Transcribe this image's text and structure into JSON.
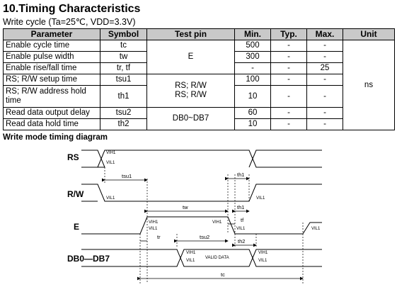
{
  "heading": {
    "title": "10.Timing Characteristics",
    "subtitle": "Write cycle (Ta=25℃, VDD=3.3V)"
  },
  "table": {
    "headers": [
      "Parameter",
      "Symbol",
      "Test pin",
      "Min.",
      "Typ.",
      "Max.",
      "Unit"
    ],
    "rows": [
      {
        "param": "Enable cycle time",
        "sym": "tc",
        "min": "500",
        "typ": "-",
        "max": "-"
      },
      {
        "param": "Enable pulse width",
        "sym": "tw",
        "min": "300",
        "typ": "-",
        "max": "-"
      },
      {
        "param": "Enable rise/fall time",
        "sym": "tr, tf",
        "min": "-",
        "typ": "-",
        "max": "25"
      },
      {
        "param": "RS; R/W setup time",
        "sym": "tsu1",
        "min": "100",
        "typ": "-",
        "max": "-"
      },
      {
        "param": "RS; R/W address hold time",
        "sym": "th1",
        "min": "10",
        "typ": "-",
        "max": "-"
      },
      {
        "param": "Read data output delay",
        "sym": "tsu2",
        "min": "60",
        "typ": "-",
        "max": "-"
      },
      {
        "param": "Read data hold time",
        "sym": "th2",
        "min": "10",
        "typ": "-",
        "max": "-"
      }
    ],
    "pins": {
      "e": "E",
      "rsrw": "RS; R/W\nRS; R/W",
      "db": "DB0~DB7"
    },
    "unit": "ns"
  },
  "diagram": {
    "title": "Write mode timing diagram",
    "signals": [
      "RS",
      "R/W",
      "E",
      "DB0—DB7"
    ],
    "levels": {
      "vih": "VIH1",
      "vil": "VIL1"
    },
    "valid_data": "VALID DATA",
    "timings": {
      "tsu1": "tsu1",
      "th1": "th1",
      "tw": "tw",
      "th1b": "th1",
      "tf": "tf",
      "tr": "tr",
      "tsu2": "tsu2",
      "th2": "th2",
      "tc": "tc"
    }
  }
}
